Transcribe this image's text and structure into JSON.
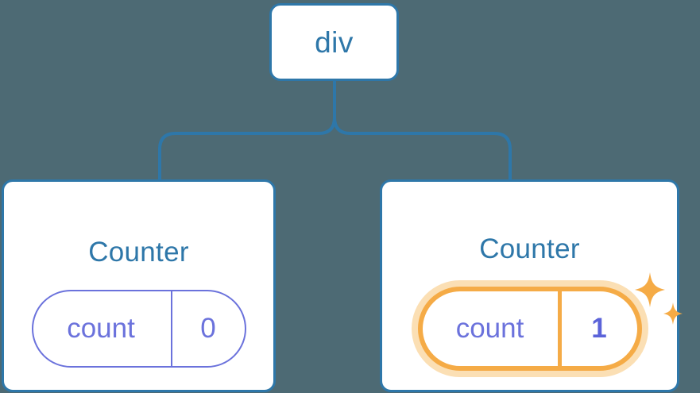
{
  "diagram": {
    "type": "component-tree",
    "background_color": "#4d6a74",
    "node_border_color": "#2e77a9",
    "node_text_color": "#2e77a9",
    "state_color": "#6b72dc",
    "highlight_color": "#f5ab46",
    "highlight_glow_color": "#fbdfb4",
    "root": {
      "label": "div"
    },
    "children": [
      {
        "title": "Counter",
        "state_key": "count",
        "state_value": "0",
        "highlighted": false
      },
      {
        "title": "Counter",
        "state_key": "count",
        "state_value": "1",
        "highlighted": true
      }
    ],
    "icons": {
      "sparkle_large": "sparkle-icon",
      "sparkle_small": "sparkle-small-icon"
    }
  }
}
